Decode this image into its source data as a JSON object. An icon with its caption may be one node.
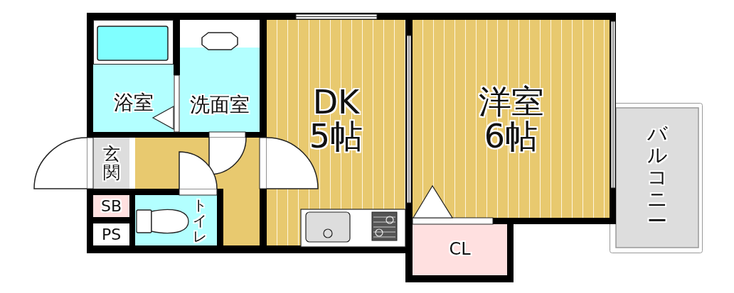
{
  "diagram": {
    "nodes": [
      {
        "text": [
          "浴室"
        ]
      },
      {
        "text": [
          "洗面室"
        ]
      },
      {
        "text": [
          "DK",
          "5帖"
        ]
      },
      {
        "text": [
          "洋室",
          "6帖"
        ]
      },
      {
        "text": [
          "玄関"
        ]
      },
      {
        "text": [
          "SB"
        ]
      },
      {
        "text": [
          "トイレ"
        ]
      },
      {
        "text": [
          "PS"
        ]
      },
      {
        "text": [
          "CL"
        ]
      },
      {
        "text": [
          "バルコニー"
        ]
      }
    ]
  }
}
